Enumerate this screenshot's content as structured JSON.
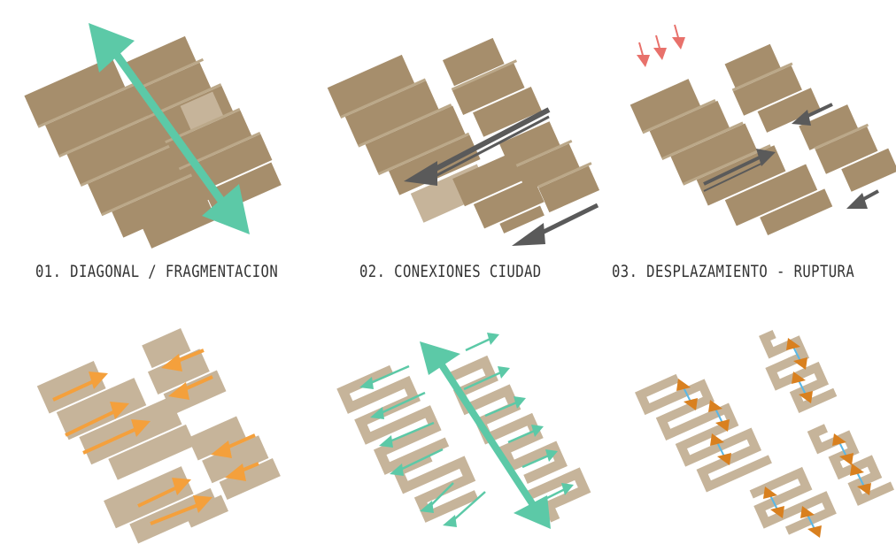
{
  "captions": [
    "01. DIAGONAL / FRAGMENTACION",
    "02. CONEXIONES CIUDAD",
    "03. DESPLAZAMIENTO - RUPTURA"
  ],
  "colors": {
    "block": "#A68E6C",
    "block_light": "#C6B49A",
    "stripe": "#BBA889",
    "teal": "#5CC9A7",
    "grey_arrow": "#5A5A5A",
    "red_arrow": "#E8716B",
    "orange_arrow": "#F4A03C",
    "orange_dark": "#D9801F",
    "blue_line": "#59B7E6"
  }
}
